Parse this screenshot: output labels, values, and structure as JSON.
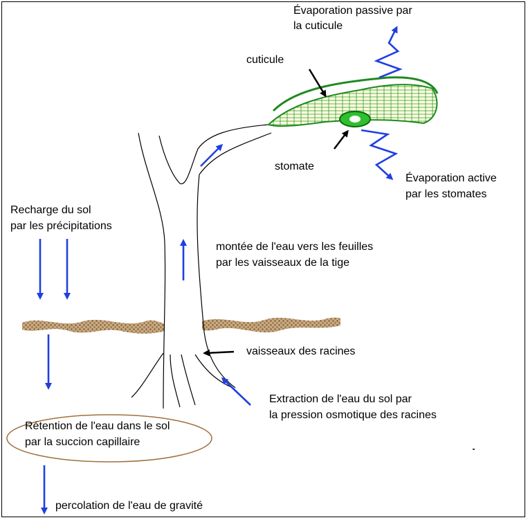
{
  "labels": {
    "evap_passive": [
      "Évaporation passive par",
      "la cuticule"
    ],
    "cuticule": "cuticule",
    "stomate": "stomate",
    "evap_active": [
      "Évaporation active",
      "par les stomates"
    ],
    "recharge": [
      "Recharge du sol",
      "par les précipitations"
    ],
    "montee": [
      "montée de l'eau vers les feuilles",
      "par les vaisseaux de la tige"
    ],
    "vaisseaux_racines": "vaisseaux des racines",
    "extraction": [
      "Extraction de l'eau du sol par",
      "la pression osmotique des racines"
    ],
    "retention": [
      "Rétention de l'eau dans le sol",
      "par la succion capillaire"
    ],
    "percolation": "percolation de l'eau de gravité"
  },
  "colors": {
    "arrow_blue": "#1f3fe0",
    "leaf_green": "#1f8a1f",
    "stomate_green": "#2fbf2f",
    "soil_brown": "#8c6a43",
    "ellipse_outline": "#a0703c",
    "outline_black": "#000000"
  }
}
